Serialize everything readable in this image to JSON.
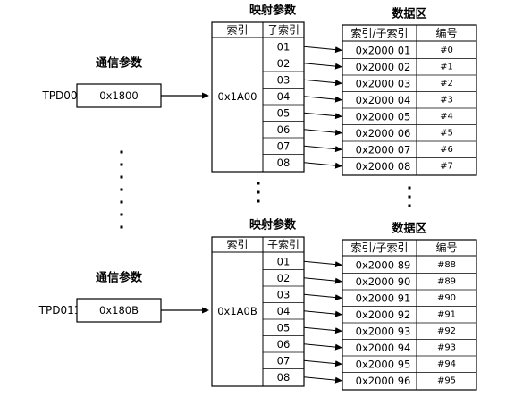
{
  "blocks": [
    {
      "comm_title": "通信参数",
      "tpd_label": "TPD00",
      "comm_value": "0x1800",
      "map_title": "映射参数",
      "map_index_header": "索引",
      "map_subindex_header": "子索引",
      "map_index": "0x1A00",
      "map_subindices": [
        "01",
        "02",
        "03",
        "04",
        "05",
        "06",
        "07",
        "08"
      ],
      "data_title": "数据区",
      "data_header_index": "索引/子索引",
      "data_header_number": "编号",
      "data_rows": [
        {
          "index": "0x2000 01",
          "number": "#0"
        },
        {
          "index": "0x2000 02",
          "number": "#1"
        },
        {
          "index": "0x2000 03",
          "number": "#2"
        },
        {
          "index": "0x2000 04",
          "number": "#3"
        },
        {
          "index": "0x2000 05",
          "number": "#4"
        },
        {
          "index": "0x2000 06",
          "number": "#5"
        },
        {
          "index": "0x2000 07",
          "number": "#6"
        },
        {
          "index": "0x2000 08",
          "number": "#7"
        }
      ]
    },
    {
      "comm_title": "通信参数",
      "tpd_label": "TPD011",
      "comm_value": "0x180B",
      "map_title": "映射参数",
      "map_index_header": "索引",
      "map_subindex_header": "子索引",
      "map_index": "0x1A0B",
      "map_subindices": [
        "01",
        "02",
        "03",
        "04",
        "05",
        "06",
        "07",
        "08"
      ],
      "data_title": "数据区",
      "data_header_index": "索引/子索引",
      "data_header_number": "编号",
      "data_rows": [
        {
          "index": "0x2000 89",
          "number": "#88"
        },
        {
          "index": "0x2000 90",
          "number": "#89"
        },
        {
          "index": "0x2000 91",
          "number": "#90"
        },
        {
          "index": "0x2000 92",
          "number": "#91"
        },
        {
          "index": "0x2000 93",
          "number": "#92"
        },
        {
          "index": "0x2000 94",
          "number": "#93"
        },
        {
          "index": "0x2000 95",
          "number": "#94"
        },
        {
          "index": "0x2000 96",
          "number": "#95"
        }
      ]
    }
  ]
}
